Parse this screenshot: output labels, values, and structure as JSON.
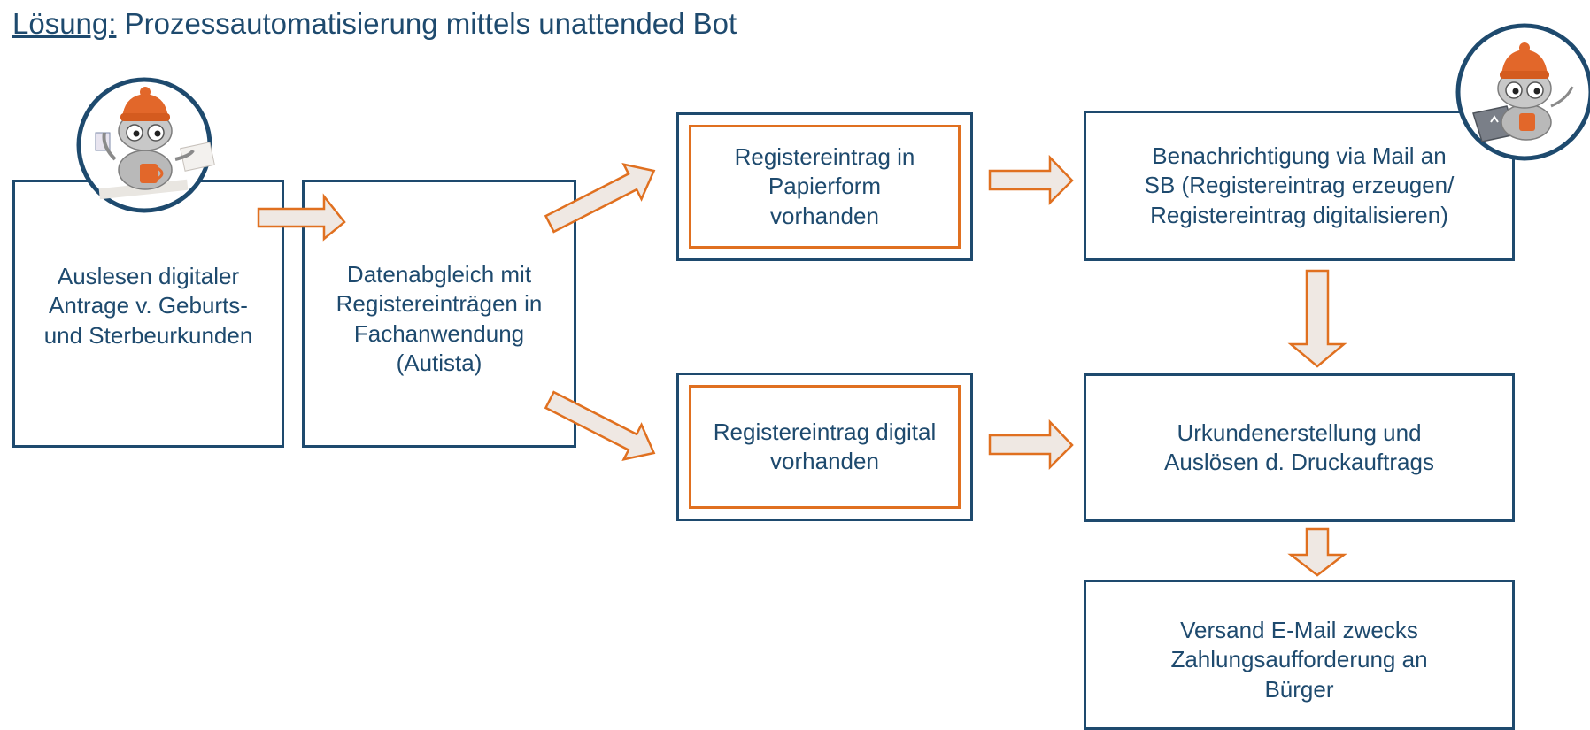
{
  "title": {
    "prefix": "Lösung:",
    "text": " Prozessautomatisierung mittels unattended Bot"
  },
  "boxes": {
    "auslesen": "Auslesen digitaler\nAntrage v. Geburts-\nund Sterbeurkunden",
    "datenabgleich": "Datenabgleich mit\nRegistereinträgen in\nFachanwendung\n(Autista)",
    "papierform": "Registereintrag in\nPapierform\nvorhanden",
    "digital": "Registereintrag digital\nvorhanden",
    "benachrichtigung": "Benachrichtigung via Mail an\nSB (Registereintrag erzeugen/\nRegistereintrag digitalisieren)",
    "urkunden": "Urkundenerstellung und\nAuslösen d. Druckauftrags",
    "versand": "Versand E-Mail zwecks\nZahlungsaufforderung an\nBürger"
  },
  "colors": {
    "box_border": "#1e4a6e",
    "accent": "#e07020",
    "arrow_fill": "#efe8e3",
    "text": "#1e4a6e"
  },
  "icons": {
    "left_avatar": "robot-mascot-with-orange-hat-icon",
    "right_avatar": "robot-mascot-with-laptop-icon"
  }
}
